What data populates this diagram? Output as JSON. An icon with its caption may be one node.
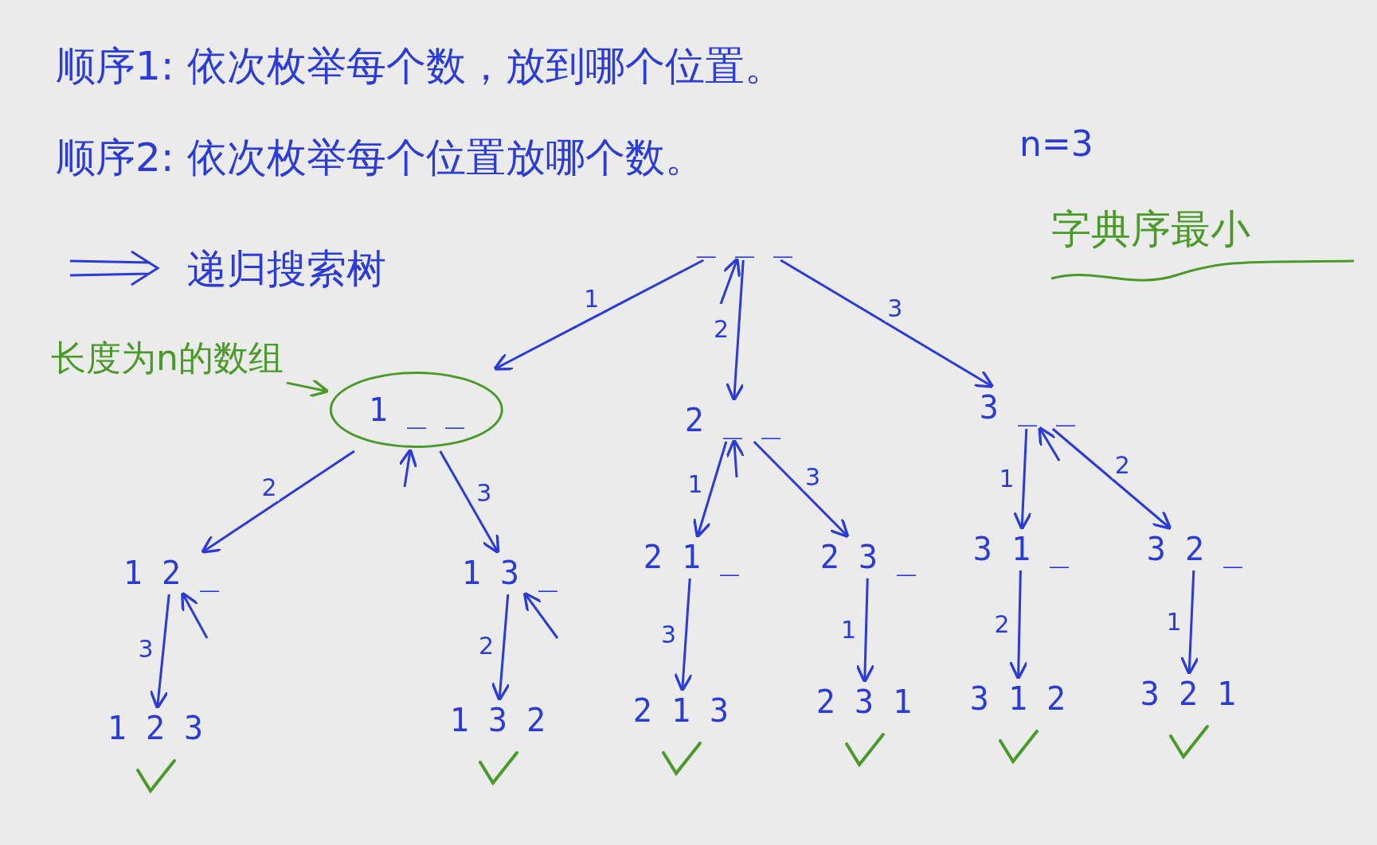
{
  "diagram": {
    "nodes": [
      {
        "text": [
          "_ _ _"
        ]
      },
      {
        "text": [
          "1 _ _"
        ]
      },
      {
        "text": [
          "2 _ _"
        ]
      },
      {
        "text": [
          "3 _ _"
        ]
      },
      {
        "text": [
          "1 2 _"
        ]
      },
      {
        "text": [
          "1 3 _"
        ]
      },
      {
        "text": [
          "2 1 _"
        ]
      },
      {
        "text": [
          "2 3 _"
        ]
      },
      {
        "text": [
          "3 1 _"
        ]
      },
      {
        "text": [
          "3 2 _"
        ]
      },
      {
        "text": [
          "1 2 3"
        ]
      },
      {
        "text": [
          "1 3 2"
        ]
      },
      {
        "text": [
          "2 1 3"
        ]
      },
      {
        "text": [
          "2 3 1"
        ]
      },
      {
        "text": [
          "3 1 2"
        ]
      },
      {
        "text": [
          "3 2 1"
        ]
      },
      {
        "text": [
          "长度为n的数组"
        ]
      }
    ],
    "edges": [
      {
        "from": 0,
        "to": 1,
        "arrow": "to",
        "label": "1"
      },
      {
        "from": 0,
        "to": 2,
        "arrow": "to",
        "label": "2"
      },
      {
        "from": 0,
        "to": 3,
        "arrow": "to",
        "label": "3"
      },
      {
        "from": 1,
        "to": 4,
        "arrow": "to",
        "label": "2"
      },
      {
        "from": 1,
        "to": 5,
        "arrow": "to",
        "label": "3"
      },
      {
        "from": 2,
        "to": 6,
        "arrow": "to",
        "label": "1"
      },
      {
        "from": 2,
        "to": 7,
        "arrow": "to",
        "label": "3"
      },
      {
        "from": 3,
        "to": 8,
        "arrow": "to",
        "label": "1"
      },
      {
        "from": 3,
        "to": 9,
        "arrow": "to",
        "label": "2"
      },
      {
        "from": 4,
        "to": 10,
        "arrow": "to",
        "label": "3"
      },
      {
        "from": 5,
        "to": 11,
        "arrow": "to",
        "label": "2"
      },
      {
        "from": 6,
        "to": 12,
        "arrow": "to",
        "label": "3"
      },
      {
        "from": 7,
        "to": 13,
        "arrow": "to",
        "label": "1"
      },
      {
        "from": 8,
        "to": 14,
        "arrow": "to",
        "label": "2"
      },
      {
        "from": 9,
        "to": 15,
        "arrow": "to",
        "label": "1"
      },
      {
        "from": 16,
        "to": 1,
        "arrow": "to",
        "color": "#4a9a2a"
      },
      {
        "from": null,
        "to": 0,
        "arrow": "to"
      },
      {
        "from": null,
        "to": 1,
        "arrow": "to"
      },
      {
        "from": null,
        "to": 2,
        "arrow": "to"
      },
      {
        "from": null,
        "to": 3,
        "arrow": "to"
      },
      {
        "from": null,
        "to": 4,
        "arrow": "to"
      },
      {
        "from": null,
        "to": 5,
        "arrow": "to"
      }
    ],
    "labels": [
      "顺序1: 依次枚举每个数，放到哪个位置。",
      "顺序2: 依次枚举每个位置放哪个数。",
      "n=3",
      "递归搜索树",
      "字典序最小"
    ]
  }
}
